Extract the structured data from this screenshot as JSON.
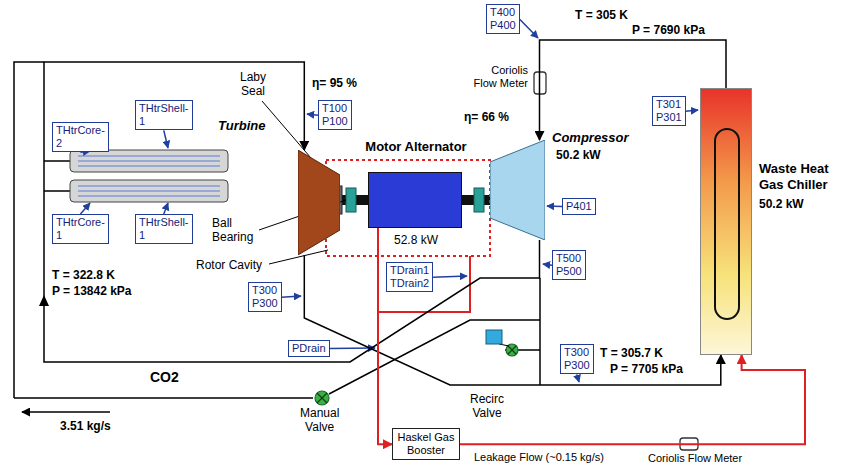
{
  "diagram": {
    "nodes": [
      {
        "text": [
          "T400 P400"
        ]
      },
      {
        "text": [
          "THtrShell-1"
        ]
      },
      {
        "text": [
          "T100 P100"
        ]
      },
      {
        "text": [
          "Motor Alternator",
          "52.8 kW"
        ]
      },
      {
        "text": [
          "Turbine"
        ]
      },
      {
        "text": [
          "Compressor",
          "50.2 kW"
        ]
      },
      {
        "text": [
          "T301 P301"
        ]
      },
      {
        "text": [
          "Waste Heat Gas Chiller",
          "50.2 kW"
        ]
      },
      {
        "text": [
          "THtrCore-2"
        ]
      },
      {
        "text": [
          "P401"
        ]
      },
      {
        "text": [
          "THtrCore-1"
        ]
      },
      {
        "text": [
          "THtrShell-1"
        ]
      },
      {
        "text": [
          "T500 P500"
        ]
      },
      {
        "text": [
          "TDrain1 TDrain2"
        ]
      },
      {
        "text": [
          "T300 P300"
        ]
      },
      {
        "text": [
          "PDrain"
        ]
      },
      {
        "text": [
          "T300 P300"
        ]
      },
      {
        "text": [
          "Haskel Gas Booster"
        ]
      }
    ],
    "edges": [
      {
        "from": 5,
        "to": 4,
        "arrow": "to"
      },
      {
        "from": 4,
        "to": 7,
        "arrow": "to"
      },
      {
        "from": 7,
        "to": 5,
        "arrow": "to"
      },
      {
        "from": 3,
        "to": 17,
        "arrow": "to"
      },
      {
        "from": 17,
        "to": 7,
        "label": "Leakage Flow (~0.15 kg/s)",
        "arrow": "to"
      }
    ],
    "labels": [
      "Laby Seal",
      "η= 95 %",
      "T = 305 K",
      "P = 7690 kPa",
      "Coriolis Flow Meter",
      "η= 66 %",
      "Ball Bearing",
      "Rotor Cavity",
      "T = 322.8 K",
      "P = 13842 kPa",
      "CO2",
      "3.51 kg/s",
      "Manual Valve",
      "Recirc Valve",
      "T = 305.7 K",
      "P = 7705 kPa",
      "Coriolis Flow Meter"
    ]
  }
}
